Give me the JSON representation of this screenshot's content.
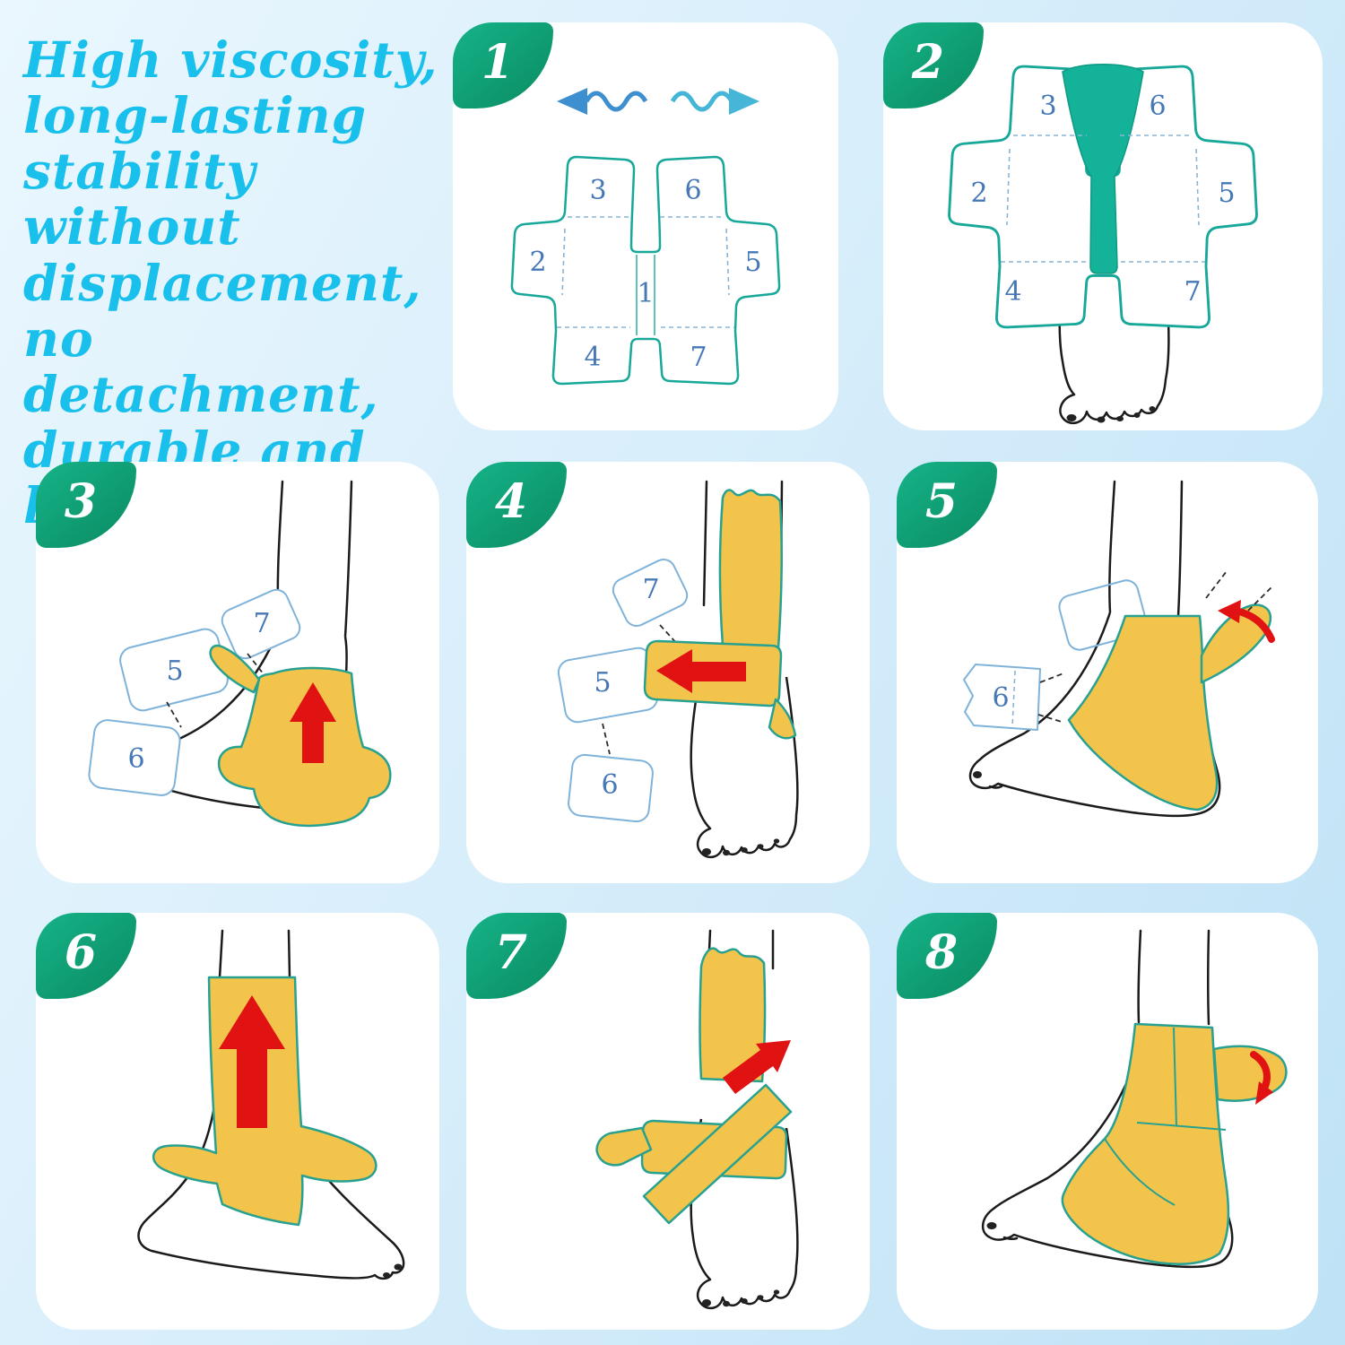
{
  "headline": {
    "lines": [
      "High viscosity,",
      "long-lasting",
      "stability without",
      "displacement,",
      "no detachment,",
      "durable and",
      "long-lasting"
    ],
    "color": "#19c0ec"
  },
  "colors": {
    "background_top": "#eaf7fe",
    "background_bottom": "#bfe2f6",
    "panel_bg": "#ffffff",
    "badge_green": "#0fa376",
    "tape_outline_teal": "#18a89a",
    "tape_yellow": "#f2c44b",
    "section_number_blue": "#4678b6",
    "arrow_red": "#e01212",
    "teal_pad": "#14b298",
    "outline_flap_blue": "#7fb3da"
  },
  "steps": [
    {
      "number": "1",
      "sections": {
        "s1": "1",
        "s2": "2",
        "s3": "3",
        "s4": "4",
        "s5": "5",
        "s6": "6",
        "s7": "7"
      },
      "arrows": [
        "wavy-left",
        "wavy-right"
      ]
    },
    {
      "number": "2",
      "sections": {
        "s2": "2",
        "s3": "3",
        "s4": "4",
        "s5": "5",
        "s6": "6",
        "s7": "7"
      },
      "arrows": []
    },
    {
      "number": "3",
      "sections": {
        "s5": "5",
        "s6": "6",
        "s7": "7"
      },
      "arrows": [
        "up"
      ]
    },
    {
      "number": "4",
      "sections": {
        "s5": "5",
        "s6": "6",
        "s7": "7"
      },
      "arrows": [
        "left"
      ]
    },
    {
      "number": "5",
      "sections": {
        "s6": "6"
      },
      "arrows": [
        "wrap-left"
      ]
    },
    {
      "number": "6",
      "sections": {},
      "arrows": [
        "up"
      ]
    },
    {
      "number": "7",
      "sections": {},
      "arrows": [
        "up-right"
      ]
    },
    {
      "number": "8",
      "sections": {},
      "arrows": [
        "wrap-down"
      ]
    }
  ]
}
